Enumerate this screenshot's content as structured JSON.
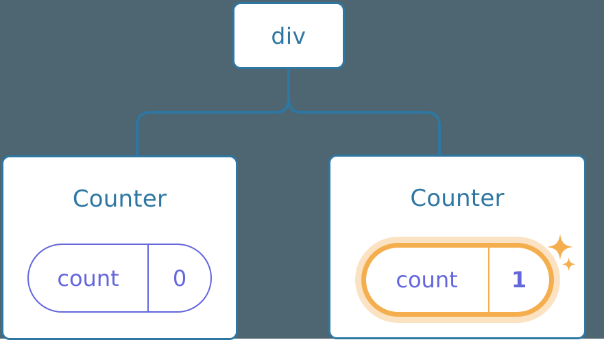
{
  "diagram": {
    "type": "component-tree",
    "background_color": "#4d6671",
    "node_border_color": "#2e77a3",
    "node_title_color": "#2e77a3",
    "connector_color": "#2e77a3",
    "state_color": "#6366dd",
    "highlight_color": "#f5ae4e",
    "highlight_glow_color": "#f7be78",
    "root": {
      "title": "div"
    },
    "children": [
      {
        "title": "Counter",
        "state": {
          "key": "count",
          "value": "0",
          "highlighted": false
        },
        "sparkle_icons": []
      },
      {
        "title": "Counter",
        "state": {
          "key": "count",
          "value": "1",
          "highlighted": true
        },
        "sparkle_icons": [
          "sparkle-large-icon",
          "sparkle-small-icon"
        ]
      }
    ]
  }
}
